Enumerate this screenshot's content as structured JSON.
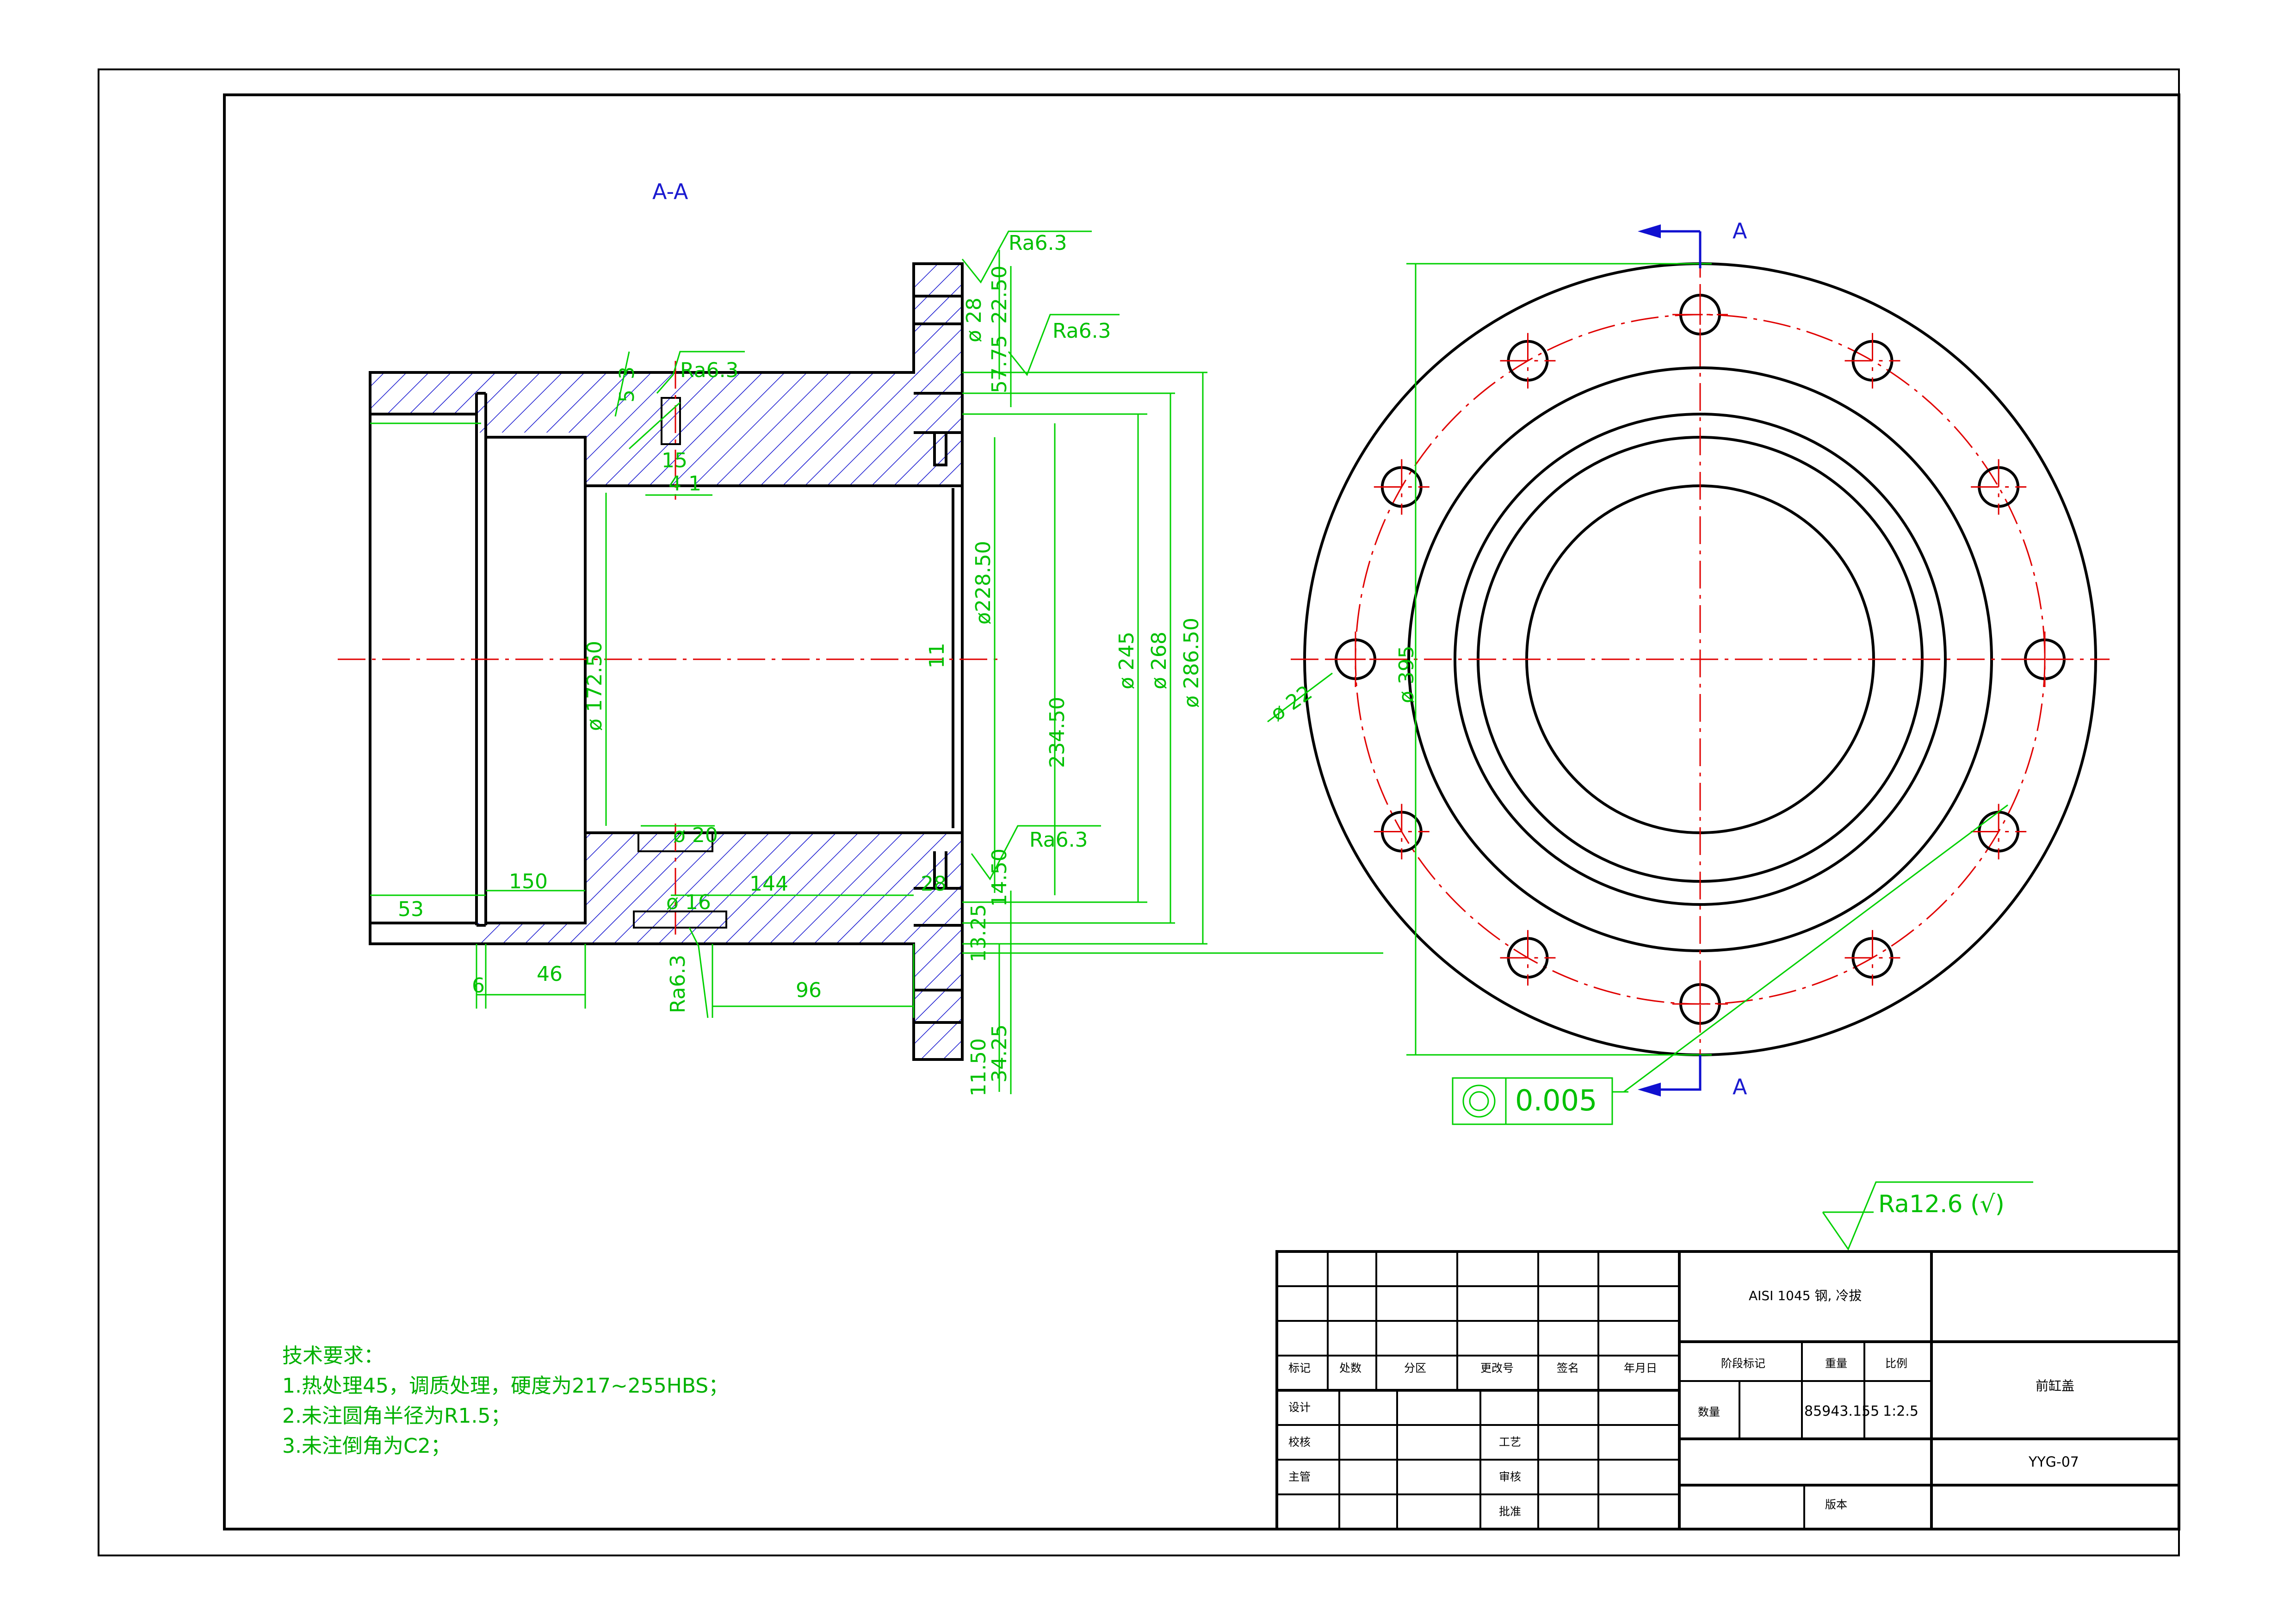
{
  "view": {
    "section_label": "A-A",
    "cut_mark_top": "A",
    "cut_mark_bottom": "A"
  },
  "dimensions": {
    "d_172_50": "ø 172.50",
    "d_245": "ø 245",
    "d_268": "ø 268",
    "d_286_50": "ø 286.50",
    "d_395": "ø 395",
    "d_22": "ø 22",
    "d_228_50": "ø228.50",
    "d_28": "ø 28",
    "d_20": "ø 20",
    "d_16": "ø 16",
    "len_234_50": "234.50",
    "len_150": "150",
    "len_53": "53",
    "len_46": "46",
    "len_6": "6",
    "len_96": "96",
    "len_144": "144",
    "len_28": "28",
    "len_11": "11",
    "len_57_75": "57.75",
    "len_22_50": "22.50",
    "len_14_50": "14.50",
    "len_13_25": "13.25",
    "len_34_25": "34.25",
    "len_11_50": "11.50",
    "len_5": "5",
    "len_4": "4",
    "len_1": "1",
    "len_15": "15",
    "len_3": "3"
  },
  "roughness": {
    "top_flange": "Ra6.3",
    "mid_flange": "Ra6.3",
    "groove": "Ra6.3",
    "right_face": "Ra6.3",
    "bottom_groove": "Ra6.3",
    "general": "Ra12.6 (√)"
  },
  "tolerance": {
    "value": "0.005"
  },
  "notes": {
    "title": "技术要求：",
    "items": [
      "1.热处理45，调质处理，硬度为217~255HBS；",
      "2.未注圆角半径为R1.5；",
      "3.未注倒角为C2；"
    ]
  },
  "title_block": {
    "material": "AISI 1045 钢, 冷拔",
    "headers": [
      "标记",
      "处数",
      "分区",
      "更改号",
      "签名",
      "年月日"
    ],
    "roles": [
      "设计",
      "校核",
      "主管"
    ],
    "craft": "工艺",
    "review": "审核",
    "approve": "批准",
    "stage_label": "阶段标记",
    "weight_label": "重量",
    "scale_label": "比例",
    "qty_label": "数量",
    "weight_value": "85943.155",
    "scale_value": "1:2.5",
    "part_name": "前缸盖",
    "drawing_no": "YYG-07",
    "version_label": "版本"
  },
  "colors": {
    "outline": "#000000",
    "dimension": "#00d000",
    "centerline": "#e00000",
    "cutting_plane": "#1010d0",
    "hatch": "#1a1ad0"
  }
}
